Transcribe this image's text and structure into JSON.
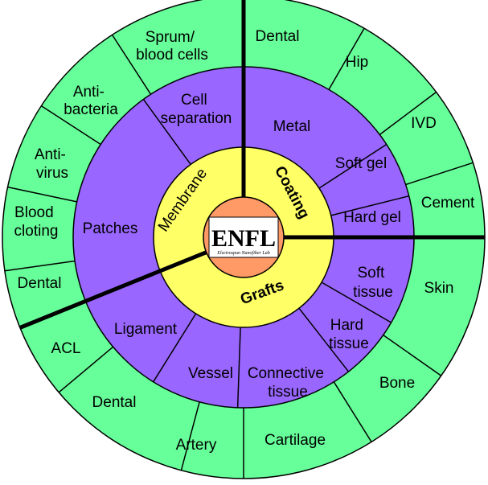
{
  "core": {
    "logo_text": "ENFL",
    "logo_subtitle": "Electrospun Nanofiber Lab"
  },
  "inner": {
    "membrane": "Membrane",
    "coating": "Coating",
    "grafts": "Grafts"
  },
  "middle": {
    "cell_separation": [
      "Cell",
      "separation"
    ],
    "patches": "Patches",
    "metal": "Metal",
    "soft_gel": "Soft gel",
    "hard_gel": "Hard gel",
    "soft_tissue": [
      "Soft",
      "tissue"
    ],
    "hard_tissue": [
      "Hard",
      "tissue"
    ],
    "connective_tissue": [
      "Connective",
      "tissue"
    ],
    "vessel": "Vessel",
    "ligament": "Ligament"
  },
  "outer": {
    "sprum": [
      "Sprum/",
      "blood cells"
    ],
    "antibacteria": [
      "Anti-",
      "bacteria"
    ],
    "antivirus": [
      "Anti-",
      "virus"
    ],
    "blood_cloting": [
      "Blood",
      "cloting"
    ],
    "dental_left": "Dental",
    "dental_top": "Dental",
    "hip": "Hip",
    "ivd": "IVD",
    "cement": "Cement",
    "skin": "Skin",
    "bone": "Bone",
    "cartilage": "Cartilage",
    "artery": "Artery",
    "dental_bottom": "Dental",
    "acl": "ACL"
  }
}
